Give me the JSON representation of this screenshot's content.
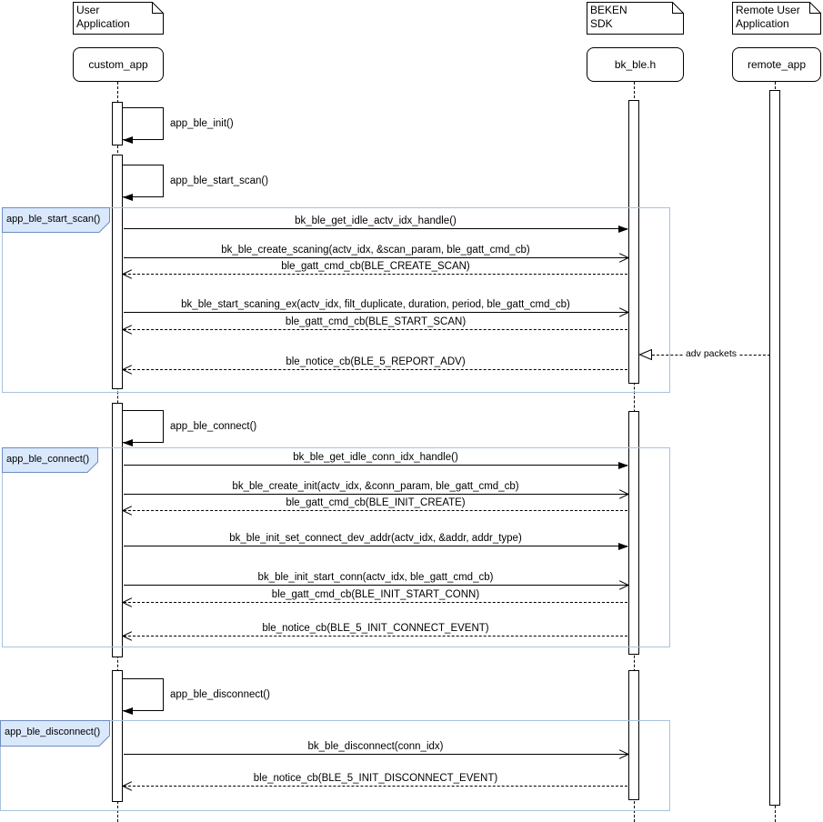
{
  "actors": [
    {
      "note_line1": "User",
      "note_line2": "Application",
      "name": "custom_app"
    },
    {
      "note_line1": "BEKEN",
      "note_line2": "SDK",
      "name": "bk_ble.h"
    },
    {
      "note_line1": "Remote User",
      "note_line2": "Application",
      "name": "remote_app"
    }
  ],
  "self_messages": [
    {
      "label": "app_ble_init()"
    },
    {
      "label": "app_ble_start_scan()"
    },
    {
      "label": "app_ble_connect()"
    },
    {
      "label": "app_ble_disconnect()"
    }
  ],
  "fragments": [
    {
      "label": "app_ble_start_scan()",
      "messages": [
        {
          "label": "bk_ble_get_idle_actv_idx_handle()"
        },
        {
          "label": "bk_ble_create_scaning(actv_idx, &scan_param, ble_gatt_cmd_cb)"
        },
        {
          "label": "ble_gatt_cmd_cb(BLE_CREATE_SCAN)"
        },
        {
          "label": "bk_ble_start_scaning_ex(actv_idx, filt_duplicate, duration, period, ble_gatt_cmd_cb)"
        },
        {
          "label": "ble_gatt_cmd_cb(BLE_START_SCAN)"
        },
        {
          "label": "ble_notice_cb(BLE_5_REPORT_ADV)"
        }
      ]
    },
    {
      "label": "app_ble_connect()",
      "messages": [
        {
          "label": "bk_ble_get_idle_conn_idx_handle()"
        },
        {
          "label": "bk_ble_create_init(actv_idx, &conn_param, ble_gatt_cmd_cb)"
        },
        {
          "label": "ble_gatt_cmd_cb(BLE_INIT_CREATE)"
        },
        {
          "label": "bk_ble_init_set_connect_dev_addr(actv_idx, &addr, addr_type)"
        },
        {
          "label": "bk_ble_init_start_conn(actv_idx, ble_gatt_cmd_cb)"
        },
        {
          "label": "ble_gatt_cmd_cb(BLE_INIT_START_CONN)"
        },
        {
          "label": "ble_notice_cb(BLE_5_INIT_CONNECT_EVENT)"
        }
      ]
    },
    {
      "label": "app_ble_disconnect()",
      "messages": [
        {
          "label": "bk_ble_disconnect(conn_idx)"
        },
        {
          "label": "ble_notice_cb(BLE_5_INIT_DISCONNECT_EVENT)"
        }
      ]
    }
  ],
  "adv_message": {
    "label": "adv packets"
  },
  "colors": {
    "fragment_border": "#a9c2dd",
    "fragment_label_fill": "#dae8fc",
    "fragment_label_border": "#6c8ebf",
    "line": "#000000",
    "background": "#ffffff"
  }
}
